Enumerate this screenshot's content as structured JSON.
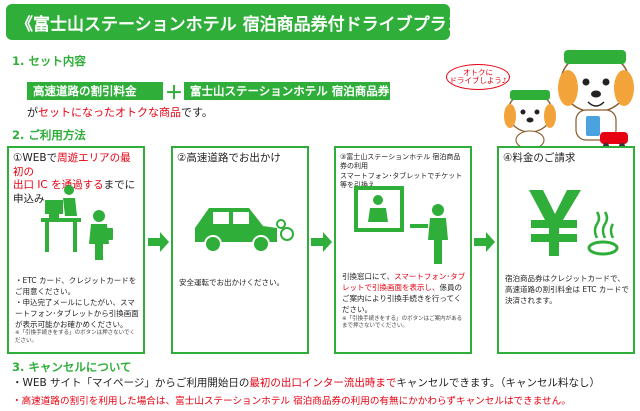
{
  "header": {
    "title": "《富士山ステーションホテル 宿泊商品券付ドライブプランの概要》"
  },
  "section1": {
    "heading": "1.  セット内容",
    "pill_left": "高速道路の割引料金",
    "plus": "＋",
    "pill_right": "富士山ステーションホテル 宿泊商品券",
    "line_prefix": "が",
    "line_red": "セットになったオトクな商品",
    "line_suffix": "です。"
  },
  "bubble": {
    "line1": "オトクに",
    "line2": "ドライブしよう♪"
  },
  "section2": {
    "heading": "2.  ご利用方法"
  },
  "steps": [
    {
      "title_lead": "①WEBで",
      "title_red1": "周遊エリアの最初の",
      "title_red2": "出口 IC を通過する",
      "title_tail": "までに申込み",
      "bullets": [
        "・ETC カード、クレジットカードを ご用意ください。",
        "・申込完了メールにしたがい、スマートフォン･タブレットから引換画面が表示可能かお確かめください。"
      ],
      "note": "※「引換手続きをする」のボタンは押さないでください。"
    },
    {
      "title": "②高速道路でお出かけ",
      "body": "安全運転でお出かけください。"
    },
    {
      "title_line1": "③富士山ステーションホテル 宿泊商品券の利用",
      "title_line2": "スマートフォン･タブレットでチケット等を引換え",
      "body_lead": "引換窓口にて、",
      "body_red": "スマートフォン･タブレットで引換画面を表示し、",
      "body_tail": "係員のご案内により引換手続きを行ってください。",
      "note": "※「引換手続きをする」のボタンはご案内があるまで押さないでください。"
    },
    {
      "title": "④料金のご請求",
      "body": "宿泊商品券はクレジットカードで、高速道路の割引料金は ETC カードで決済されます。"
    }
  ],
  "section3": {
    "heading": "3.  キャンセルについて",
    "line1_lead": "・WEB サイト「マイページ」からご利用開始日の",
    "line1_red": "最初の出口インター流出時まで",
    "line1_tail": "キャンセルできます。（キャンセル料なし）",
    "line2": "・高速道路の割引を利用した場合は、富士山ステーションホテル 宿泊商品券の利用の有無にかかわらずキャンセルはできません。"
  },
  "colors": {
    "accent": "#2fae3a",
    "alert": "#e60012"
  }
}
